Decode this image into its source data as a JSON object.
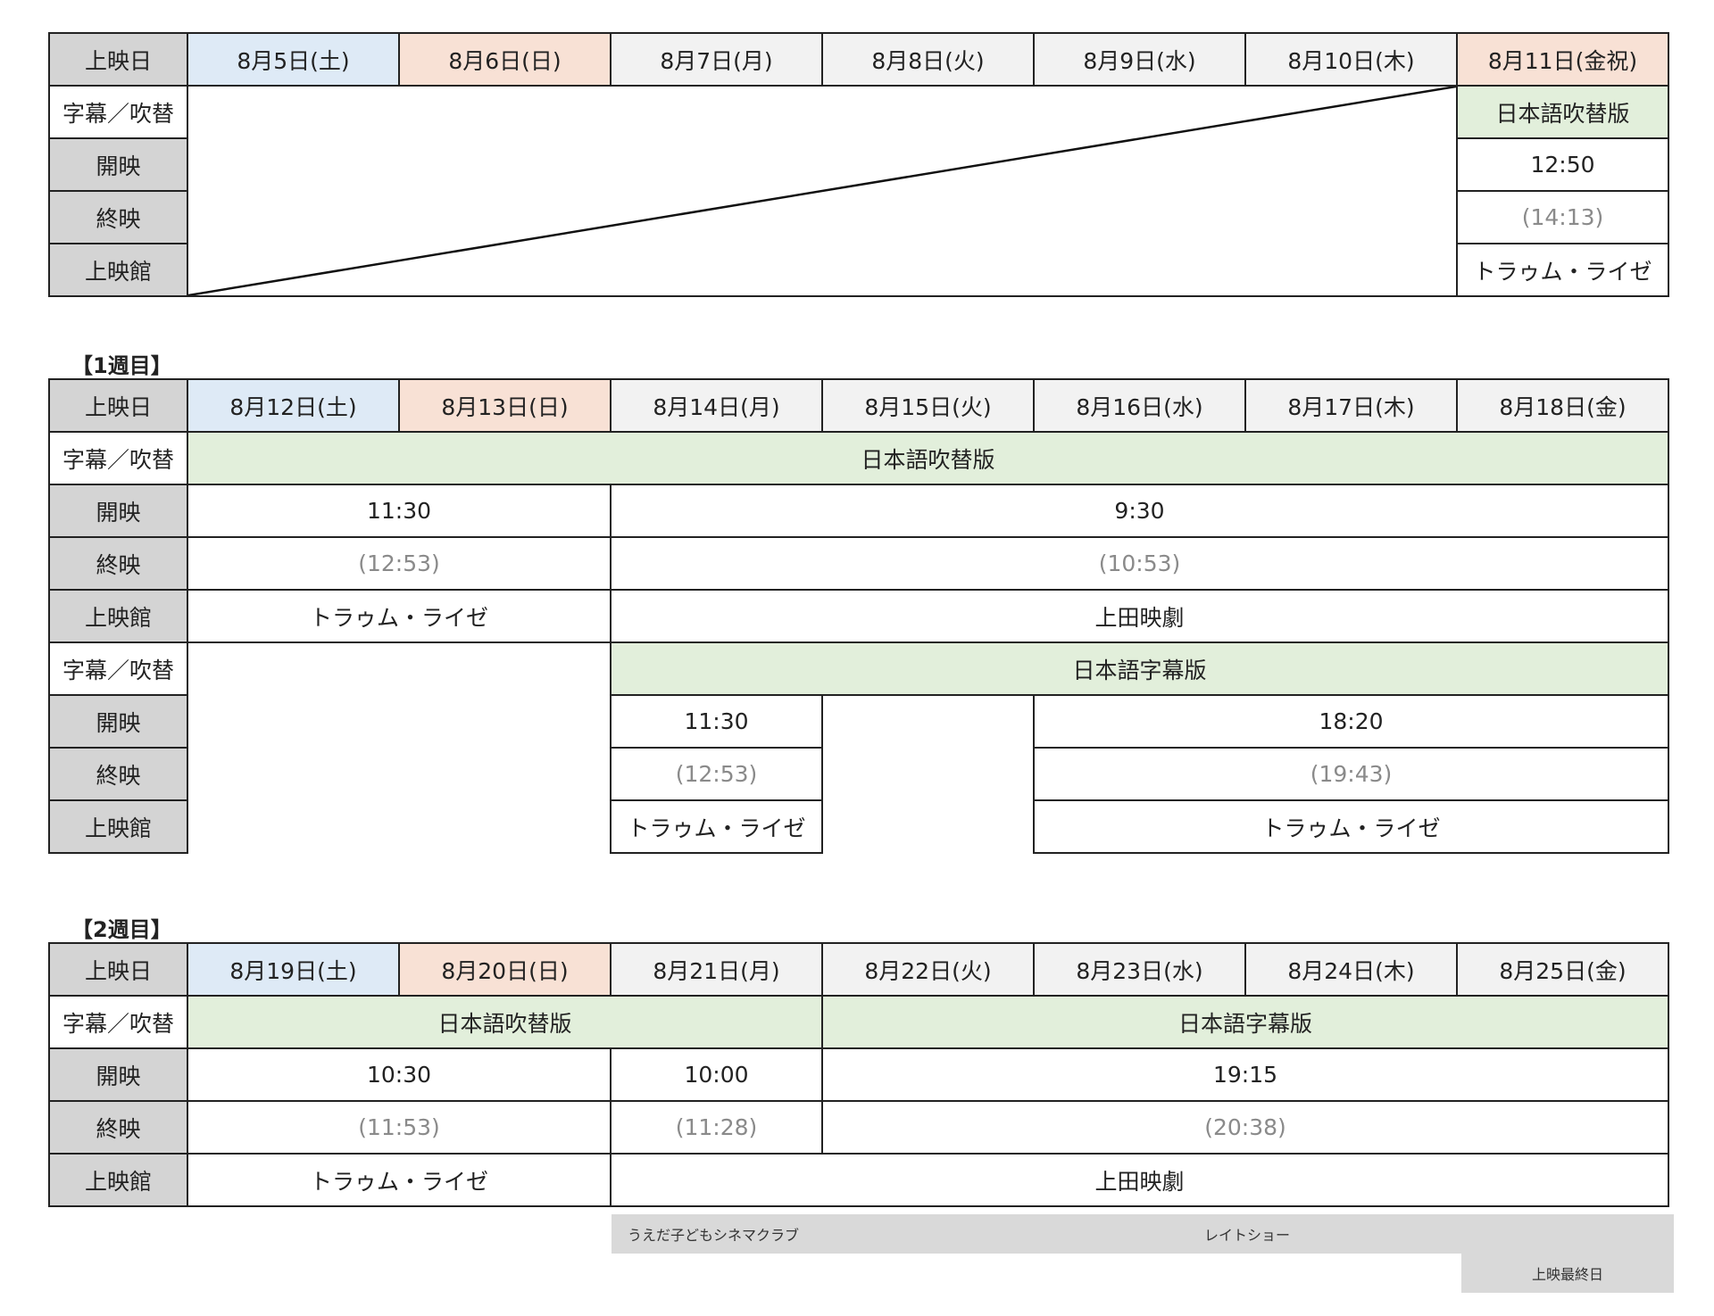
{
  "labels": {
    "date": "上映日",
    "type": "字幕／吹替",
    "start": "開映",
    "end": "終映",
    "venue": "上映館"
  },
  "week0": {
    "dates": [
      "8月5日(土)",
      "8月6日(日)",
      "8月7日(月)",
      "8月8日(火)",
      "8月9日(水)",
      "8月10日(木)",
      "8月11日(金祝)"
    ],
    "show": {
      "type": "日本語吹替版",
      "start": "12:50",
      "end": "(14:13)",
      "venue": "トラゥム・ライゼ"
    }
  },
  "week1": {
    "title": "【1週目】",
    "dates": [
      "8月12日(土)",
      "8月13日(日)",
      "8月14日(月)",
      "8月15日(火)",
      "8月16日(水)",
      "8月17日(木)",
      "8月18日(金)"
    ],
    "dub": {
      "type": "日本語吹替版",
      "weekend": {
        "start": "11:30",
        "end": "(12:53)",
        "venue": "トラゥム・ライゼ"
      },
      "weekday": {
        "start": "9:30",
        "end": "(10:53)",
        "venue": "上田映劇"
      }
    },
    "sub": {
      "type": "日本語字幕版",
      "mon": {
        "start": "11:30",
        "end": "(12:53)",
        "venue": "トラゥム・ライゼ"
      },
      "wed_fri": {
        "start": "18:20",
        "end": "(19:43)",
        "venue": "トラゥム・ライゼ"
      }
    }
  },
  "week2": {
    "title": "【2週目】",
    "dates": [
      "8月19日(土)",
      "8月20日(日)",
      "8月21日(月)",
      "8月22日(火)",
      "8月23日(水)",
      "8月24日(木)",
      "8月25日(金)"
    ],
    "dub_type": "日本語吹替版",
    "sub_type": "日本語字幕版",
    "weekend": {
      "start": "10:30",
      "end": "(11:53)",
      "venue": "トラゥム・ライゼ"
    },
    "mon": {
      "start": "10:00",
      "end": "(11:28)"
    },
    "tue_fri": {
      "start": "19:15",
      "end": "(20:38)"
    },
    "weekday_venue": "上田映劇"
  },
  "notes": {
    "kids": "うえだ子どもシネマクラブ",
    "late": "レイトショー",
    "last": "上映最終日"
  }
}
